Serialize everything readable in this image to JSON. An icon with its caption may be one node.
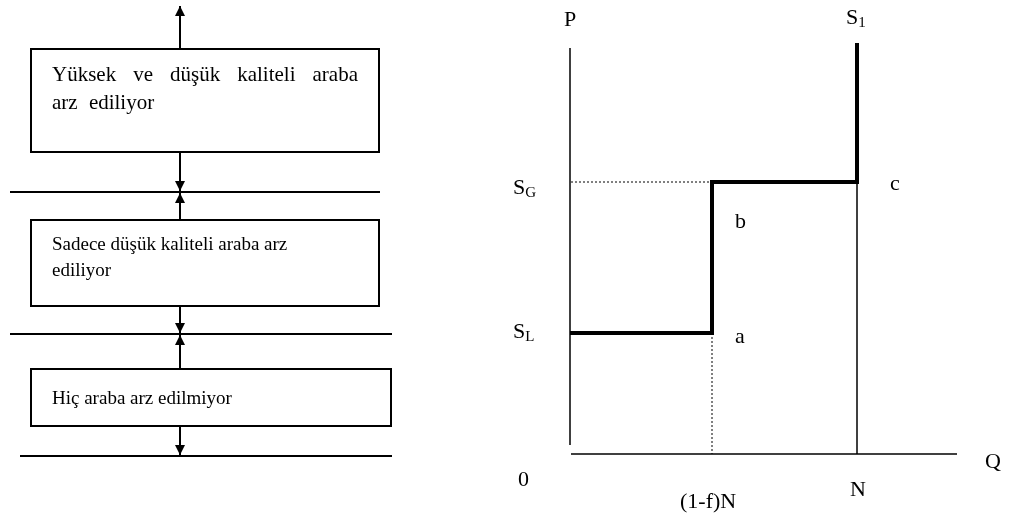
{
  "diagram": {
    "nodes": [
      {
        "text": [
          "Yüksek ve düşük kaliteli araba arz ediliyor"
        ]
      },
      {
        "text": [],
        "shape": "bar"
      },
      {
        "text": [
          "Sadece düşük kaliteli araba arz ediliyor"
        ]
      },
      {
        "text": [],
        "shape": "bar"
      },
      {
        "text": [
          "Hiç araba arz edilmiyor"
        ]
      },
      {
        "text": [],
        "shape": "bar"
      }
    ],
    "edges": [
      {
        "from": 0,
        "to": null,
        "arrow": "to"
      },
      {
        "from": 0,
        "to": 1,
        "arrow": "to"
      },
      {
        "from": 2,
        "to": 1,
        "arrow": "to"
      },
      {
        "from": 2,
        "to": 3,
        "arrow": "to"
      },
      {
        "from": 4,
        "to": 3,
        "arrow": "to"
      },
      {
        "from": 4,
        "to": 5,
        "arrow": "to"
      }
    ],
    "labels": [
      "P",
      "S$_{1}$",
      "S$_{G}$",
      "c",
      "b",
      "S$_{L}$",
      "a",
      "Q",
      "0",
      "N",
      "(1-f)N"
    ]
  }
}
